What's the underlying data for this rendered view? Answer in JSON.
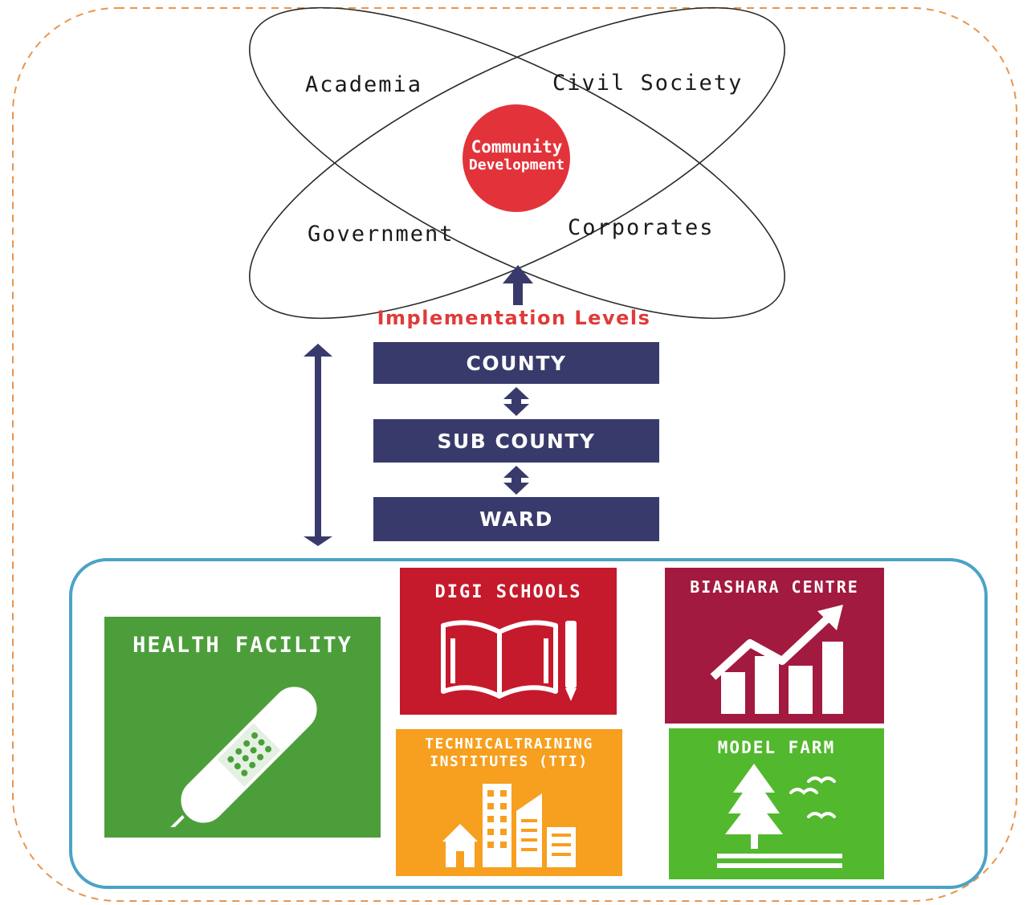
{
  "petals": {
    "top_left": "Academia",
    "top_right": "Civil Society",
    "bottom_left": "Government",
    "bottom_right": "Corporates"
  },
  "center": {
    "line1": "Community",
    "line2": "Development",
    "color": "#e3333a"
  },
  "implementation": {
    "title": "Implementation Levels",
    "levels": [
      "COUNTY",
      "SUB COUNTY",
      "WARD"
    ],
    "box_color": "#393a6c",
    "title_color": "#e03a3a"
  },
  "facilities": {
    "health": {
      "label": "HEALTH FACILITY",
      "icon": "bandage-syringe-icon",
      "color": "#4c9e3a"
    },
    "digi": {
      "label": "DIGI SCHOOLS",
      "icon": "book-pencil-icon",
      "color": "#c51a2c"
    },
    "biashara": {
      "label": "BIASHARA CENTRE",
      "icon": "growth-chart-icon",
      "color": "#a21a3f"
    },
    "tti": {
      "line1": "TECHNICALTRAINING",
      "line2": "INSTITUTES (TTI)",
      "icon": "city-buildings-icon",
      "color": "#f79f1f"
    },
    "farm": {
      "label": "MODEL FARM",
      "icon": "tree-birds-icon",
      "color": "#52b82e"
    }
  },
  "colors": {
    "outer_dash": "#e8954e",
    "inner_border": "#4ba3c6",
    "arrow": "#393a6c"
  }
}
